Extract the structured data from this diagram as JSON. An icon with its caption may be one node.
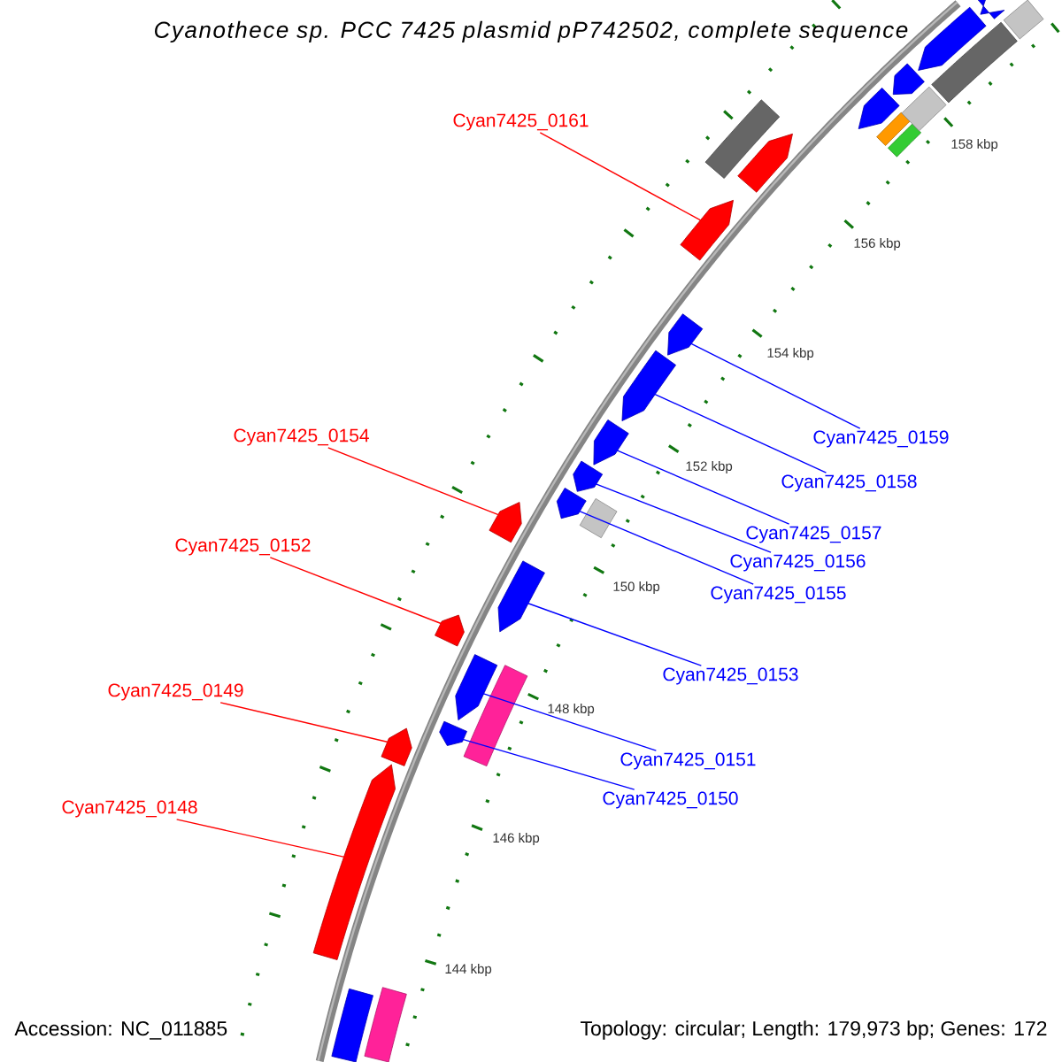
{
  "diagram": {
    "title": "Cyanothece sp. PCC 7425 plasmid pP742502, complete sequence",
    "nodes": [
      {
        "text": [
          "Cyan7425_0161"
        ]
      },
      {
        "text": [
          "Cyan7425_0154"
        ]
      },
      {
        "text": [
          "Cyan7425_0159"
        ]
      },
      {
        "text": [
          "Cyan7425_0158"
        ]
      },
      {
        "text": [
          "Cyan7425_0157"
        ]
      },
      {
        "text": [
          "Cyan7425_0152"
        ]
      },
      {
        "text": [
          "Cyan7425_0156"
        ]
      },
      {
        "text": [
          "Cyan7425_0155"
        ]
      },
      {
        "text": [
          "Cyan7425_0153"
        ]
      },
      {
        "text": [
          "Cyan7425_0149"
        ]
      },
      {
        "text": [
          "Cyan7425_0151"
        ]
      },
      {
        "text": [
          "Cyan7425_0150"
        ]
      },
      {
        "text": [
          "Cyan7425_0148"
        ]
      },
      {
        "text": [],
        "shape": "arrow"
      },
      {
        "text": [],
        "shape": "arrow"
      },
      {
        "text": [],
        "shape": "arrow"
      },
      {
        "text": [],
        "shape": "arrow"
      },
      {
        "text": [],
        "shape": "arrow"
      },
      {
        "text": [],
        "shape": "arrow"
      },
      {
        "text": [],
        "shape": "arrow"
      },
      {
        "text": [],
        "shape": "arrow"
      },
      {
        "text": [],
        "shape": "arrow"
      },
      {
        "text": [],
        "shape": "arrow"
      },
      {
        "text": [],
        "shape": "arrow"
      },
      {
        "text": [],
        "shape": "arrow"
      },
      {
        "text": [],
        "shape": "arrow"
      },
      {
        "text": [],
        "shape": "arrow"
      },
      {
        "text": [],
        "shape": "box"
      },
      {
        "text": [],
        "shape": "arrow"
      },
      {
        "text": [],
        "shape": "arrow"
      },
      {
        "text": [],
        "shape": "arrow"
      },
      {
        "text": [],
        "shape": "arrow"
      },
      {
        "text": [],
        "shape": "box"
      },
      {
        "text": [],
        "shape": "box"
      },
      {
        "text": [],
        "shape": "box"
      },
      {
        "text": [],
        "shape": "box"
      },
      {
        "text": [],
        "shape": "box"
      },
      {
        "text": [],
        "shape": "box"
      },
      {
        "text": [],
        "shape": "box"
      },
      {
        "text": [],
        "shape": "box"
      },
      {
        "text": [],
        "shape": "arrow"
      }
    ],
    "edges": [
      {
        "from": 0,
        "to": 13,
        "arrow": "none",
        "color": "#ff0000"
      },
      {
        "from": 1,
        "to": 14,
        "arrow": "none",
        "color": "#ff0000"
      },
      {
        "from": 2,
        "to": 15,
        "arrow": "none"
      },
      {
        "from": 3,
        "to": 16,
        "arrow": "none"
      },
      {
        "from": 4,
        "to": 17,
        "arrow": "none"
      },
      {
        "from": 5,
        "to": 18,
        "arrow": "none",
        "color": "#ff0000"
      },
      {
        "from": 6,
        "to": 19,
        "arrow": "none"
      },
      {
        "from": 7,
        "to": 20,
        "arrow": "none"
      },
      {
        "from": 8,
        "to": 21,
        "arrow": "none"
      },
      {
        "from": 9,
        "to": 22,
        "arrow": "none",
        "color": "#ff0000"
      },
      {
        "from": 10,
        "to": 23,
        "arrow": "none"
      },
      {
        "from": 11,
        "to": 24,
        "arrow": "none"
      },
      {
        "from": 12,
        "to": 25,
        "arrow": "none",
        "color": "#ff0000"
      }
    ],
    "labels": [
      "158 kbp",
      "156 kbp",
      "154 kbp",
      "152 kbp",
      "150 kbp",
      "148 kbp",
      "146 kbp",
      "144 kbp",
      "Accession: NC_011885",
      "Topology: circular; Length: 179,973 bp; Genes: 172"
    ]
  }
}
